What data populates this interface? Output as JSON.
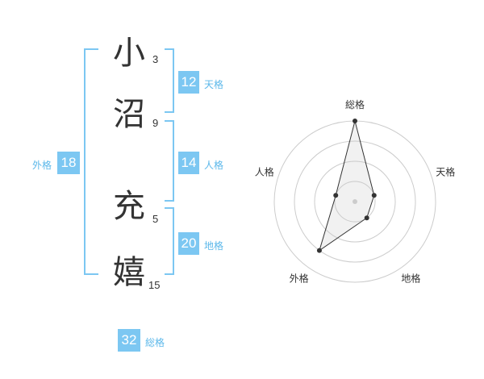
{
  "name": {
    "chars": [
      {
        "char": "小",
        "strokes": "3"
      },
      {
        "char": "沼",
        "strokes": "9"
      },
      {
        "char": "充",
        "strokes": "5"
      },
      {
        "char": "嬉",
        "strokes": "15"
      }
    ]
  },
  "fortunes": {
    "tenkaku": {
      "value": "12",
      "label": "天格"
    },
    "jinkaku": {
      "value": "14",
      "label": "人格"
    },
    "chikaku": {
      "value": "20",
      "label": "地格"
    },
    "gaikaku": {
      "value": "18",
      "label": "外格"
    },
    "soukaku": {
      "value": "32",
      "label": "総格"
    }
  },
  "chart_data": {
    "type": "radar",
    "axes": [
      "総格",
      "天格",
      "地格",
      "外格",
      "人格"
    ],
    "values": [
      4,
      1,
      1,
      3,
      1
    ],
    "max": 4,
    "rings": 4
  },
  "colors": {
    "accent": "#7cc7f2",
    "line": "#333333",
    "ring": "#cccccc"
  }
}
